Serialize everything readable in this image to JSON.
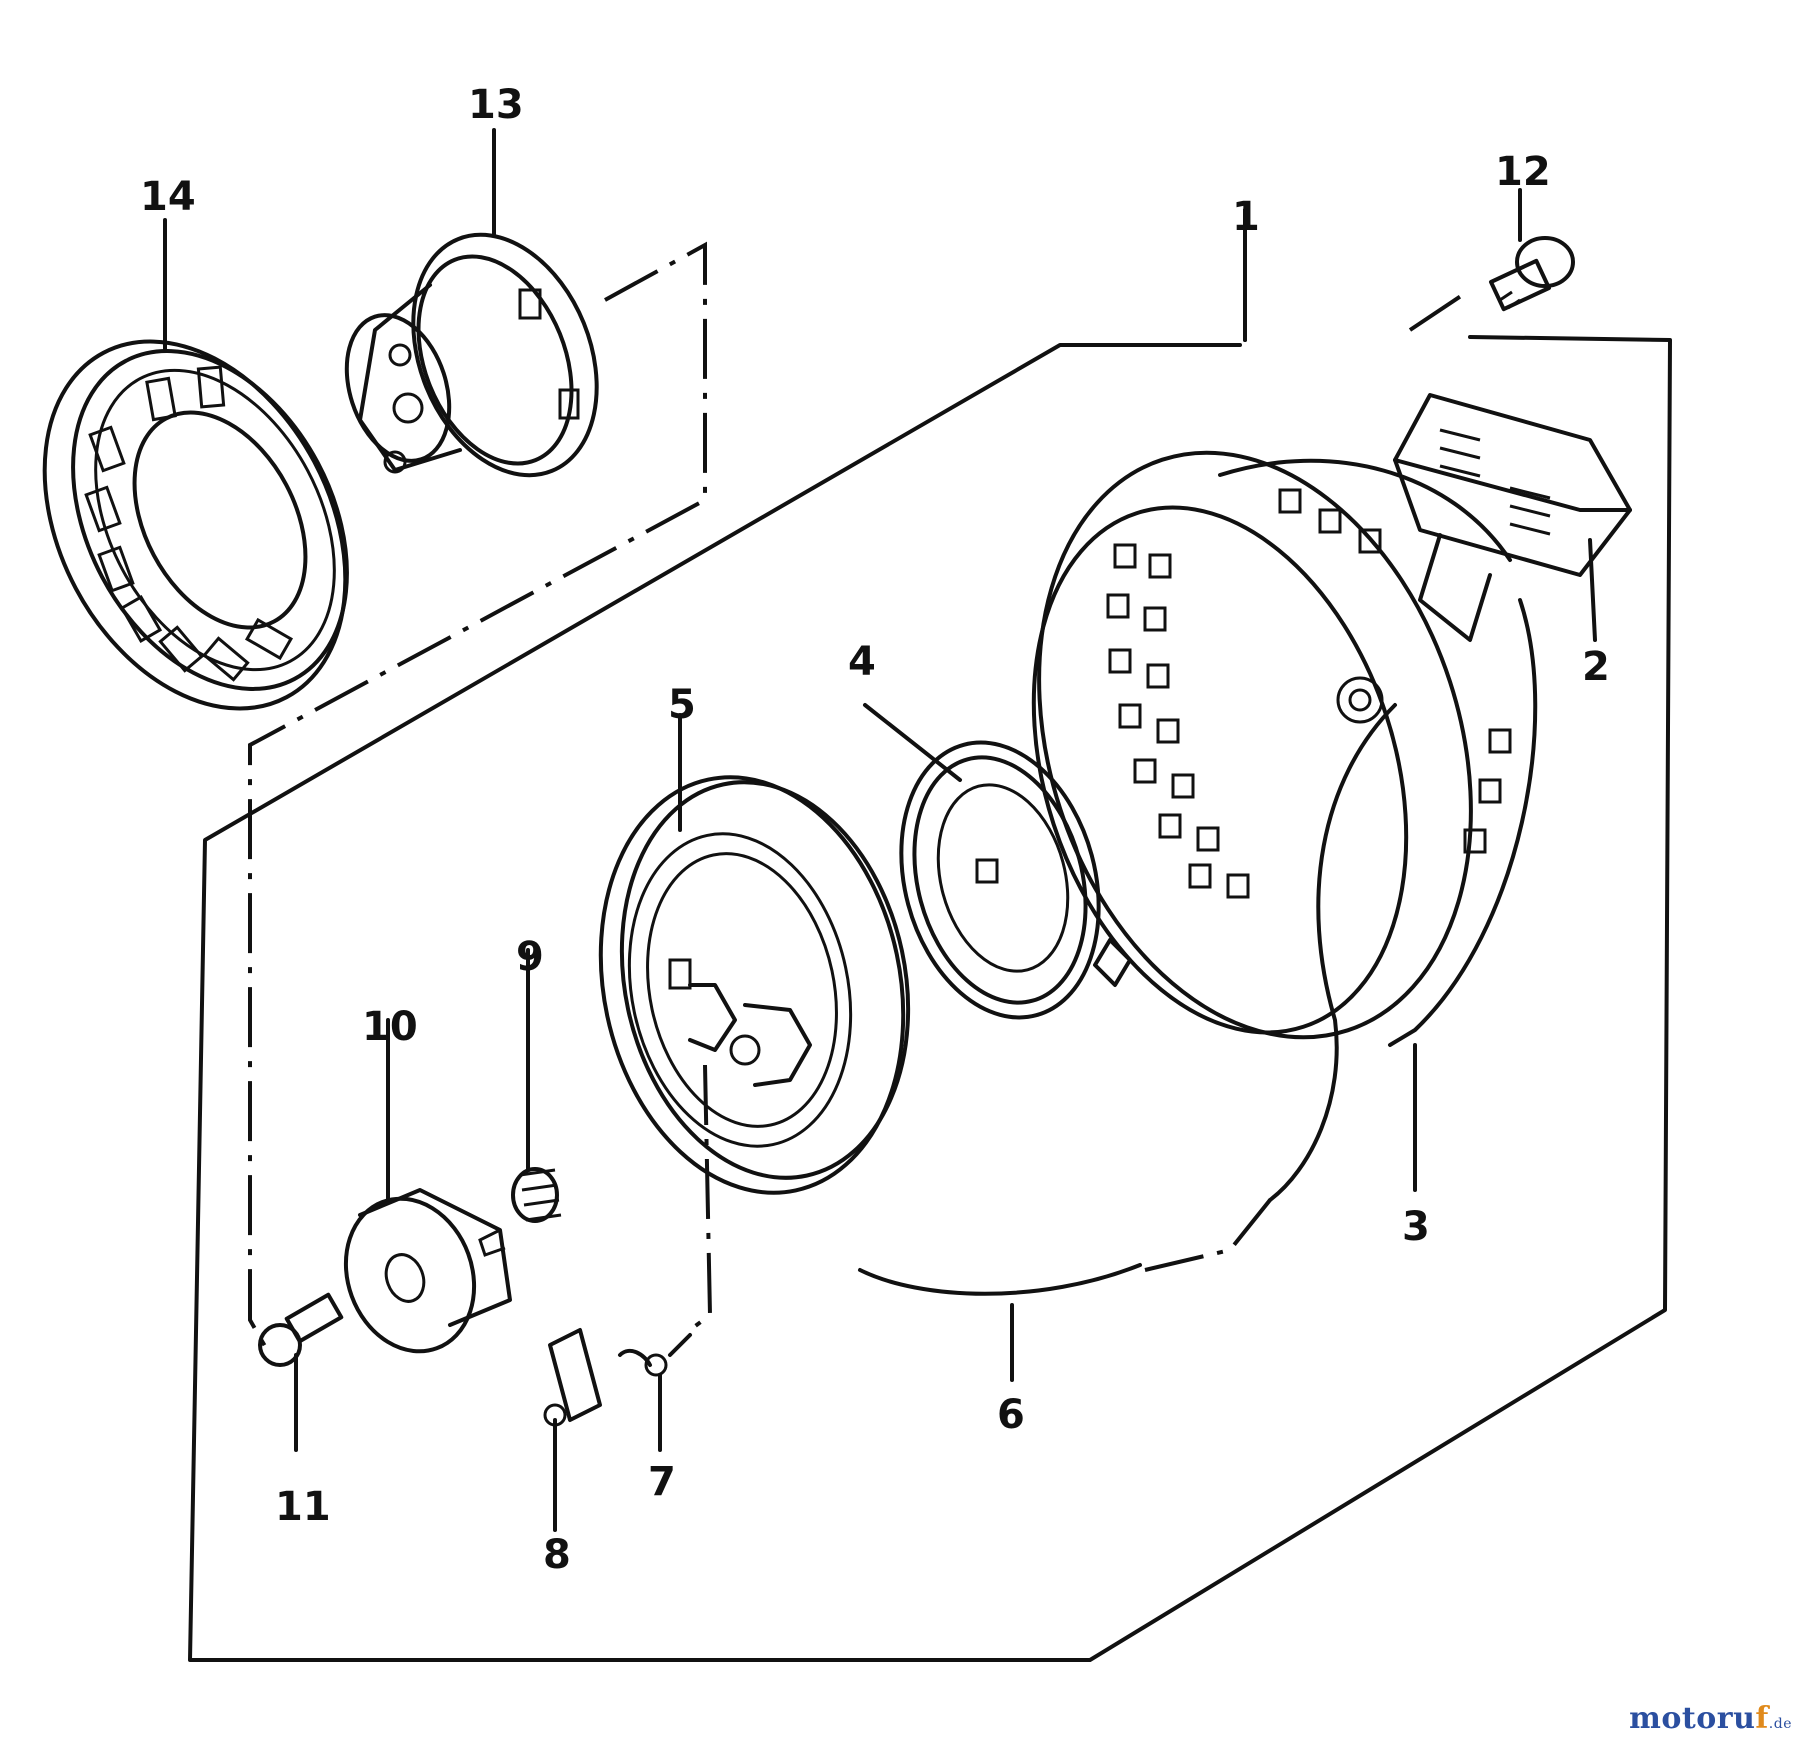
{
  "callouts": {
    "c1": "1",
    "c2": "2",
    "c3": "3",
    "c4": "4",
    "c5": "5",
    "c6": "6",
    "c7": "7",
    "c8": "8",
    "c9": "9",
    "c10": "10",
    "c11": "11",
    "c12": "12",
    "c13": "13",
    "c14": "14"
  },
  "watermark": {
    "main": "motoru",
    "accent": "f",
    "tld": ".de"
  }
}
